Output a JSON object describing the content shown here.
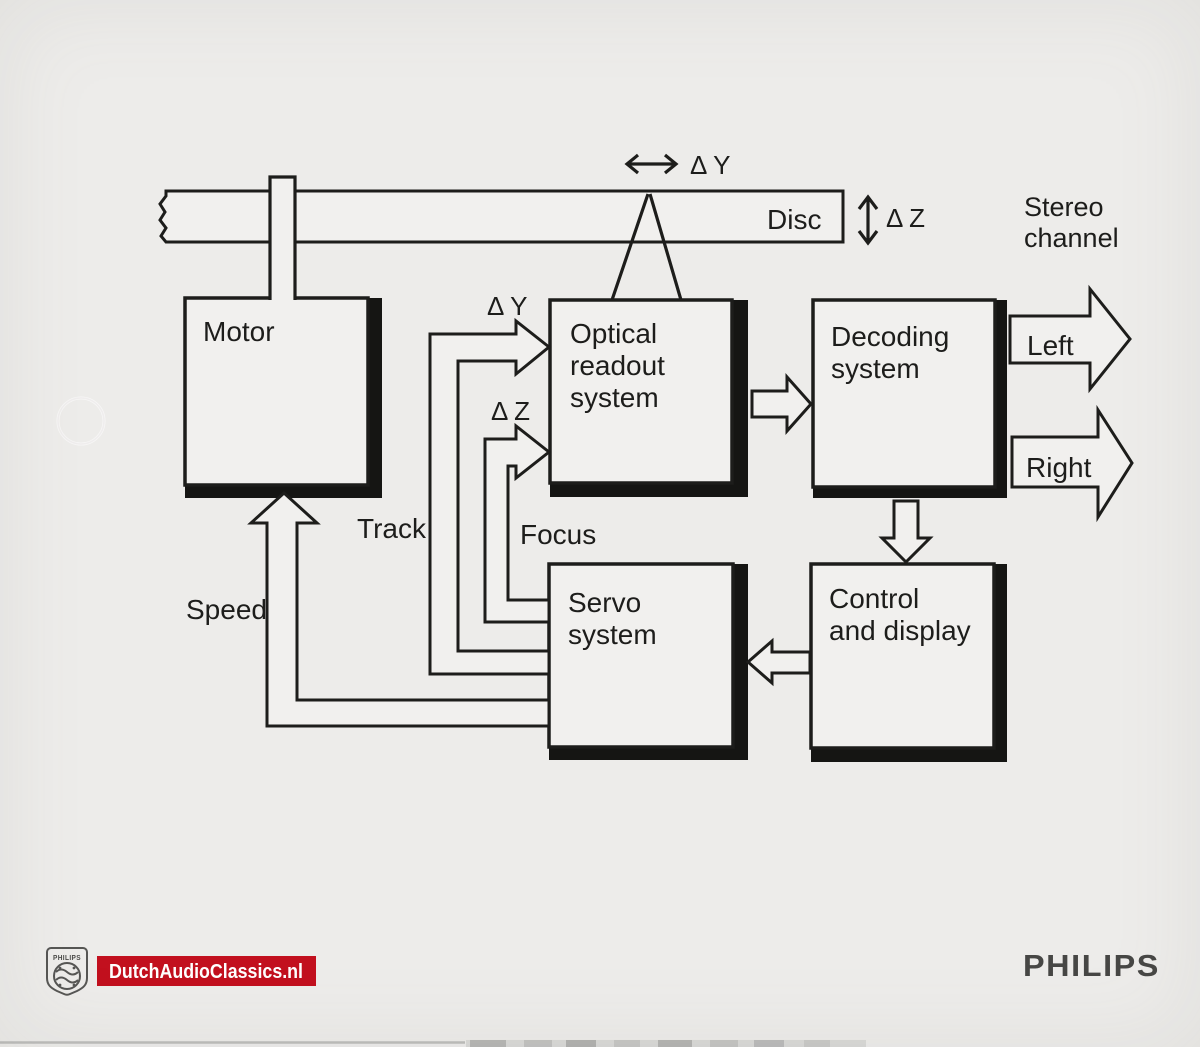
{
  "diagram": {
    "disc": {
      "label": "Disc"
    },
    "annotations": {
      "delta_y_top": "Δ Y",
      "delta_z_disc": "Δ Z",
      "delta_y_optical": "Δ Y",
      "delta_z_optical": "Δ Z",
      "stereo_line1": "Stereo",
      "stereo_line2": "channel"
    },
    "boxes": {
      "motor": {
        "label": "Motor"
      },
      "optical": {
        "line1": "Optical",
        "line2": "readout",
        "line3": "system"
      },
      "decoding": {
        "line1": "Decoding",
        "line2": "system"
      },
      "servo": {
        "line1": "Servo",
        "line2": "system"
      },
      "control": {
        "line1": "Control",
        "line2": "and display"
      }
    },
    "outputs": {
      "left": "Left",
      "right": "Right"
    },
    "signals": {
      "track": "Track",
      "focus": "Focus",
      "speed": "Speed"
    }
  },
  "footer": {
    "watermark": "DutchAudioClassics.nl",
    "brand": "PHILIPS",
    "shield_label": "PHILIPS"
  },
  "colors": {
    "badge_red": "#c2101e",
    "ink": "#1d1d1b",
    "paper": "#edecea",
    "brand_gray": "#474745"
  }
}
